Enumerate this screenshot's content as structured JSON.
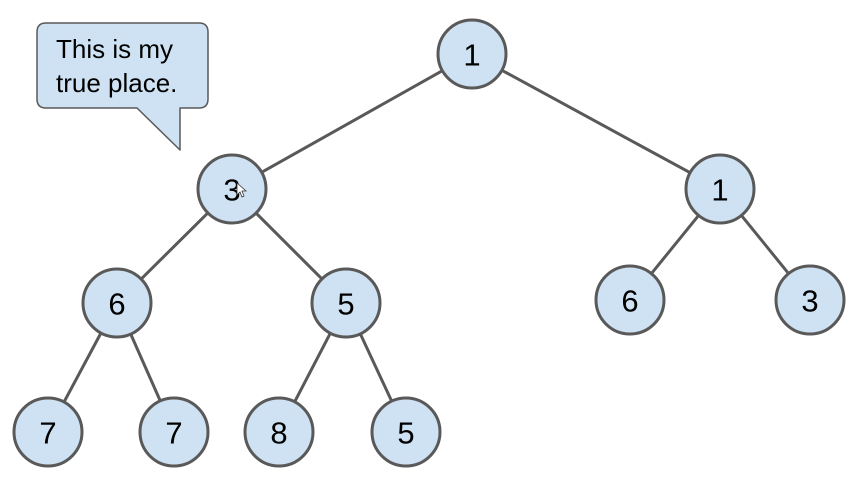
{
  "diagram": {
    "type": "binary-tree",
    "colors": {
      "node_fill": "#cfe2f3",
      "node_stroke": "#595959",
      "edge": "#595959",
      "text": "#000000"
    },
    "nodes": [
      {
        "id": "n1",
        "label": "1"
      },
      {
        "id": "n2",
        "label": "3"
      },
      {
        "id": "n3",
        "label": "1"
      },
      {
        "id": "n4",
        "label": "6"
      },
      {
        "id": "n5",
        "label": "5"
      },
      {
        "id": "n6",
        "label": "6"
      },
      {
        "id": "n7",
        "label": "3"
      },
      {
        "id": "n8",
        "label": "7"
      },
      {
        "id": "n9",
        "label": "7"
      },
      {
        "id": "n10",
        "label": "8"
      },
      {
        "id": "n11",
        "label": "5"
      }
    ],
    "edges": [
      [
        "n1",
        "n2"
      ],
      [
        "n1",
        "n3"
      ],
      [
        "n2",
        "n4"
      ],
      [
        "n2",
        "n5"
      ],
      [
        "n3",
        "n6"
      ],
      [
        "n3",
        "n7"
      ],
      [
        "n4",
        "n8"
      ],
      [
        "n4",
        "n9"
      ],
      [
        "n5",
        "n10"
      ],
      [
        "n5",
        "n11"
      ]
    ]
  },
  "callout": {
    "lines": [
      "This is my",
      "true place."
    ],
    "points_to": "n2"
  }
}
